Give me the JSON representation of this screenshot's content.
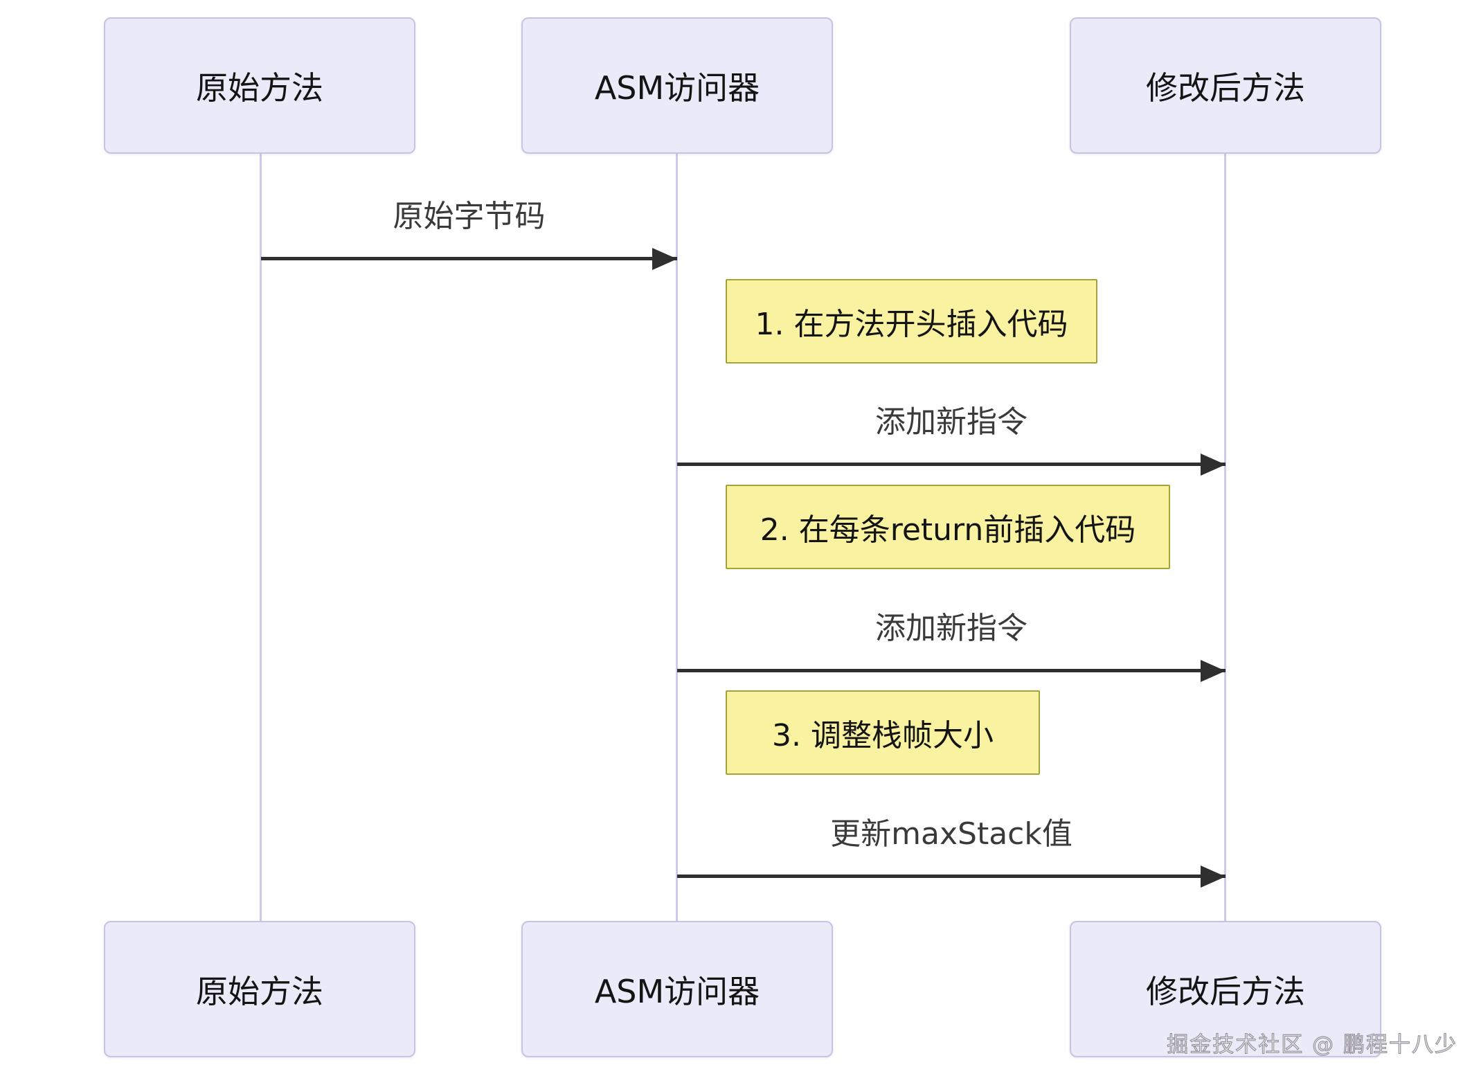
{
  "diagram": {
    "actors": [
      {
        "label": "原始方法"
      },
      {
        "label": "ASM访问器"
      },
      {
        "label": "修改后方法"
      }
    ],
    "messages": [
      {
        "from": "原始方法",
        "to": "ASM访问器",
        "label": "原始字节码"
      },
      {
        "from": "ASM访问器",
        "to": "修改后方法",
        "label": "添加新指令"
      },
      {
        "from": "ASM访问器",
        "to": "修改后方法",
        "label": "添加新指令"
      },
      {
        "from": "ASM访问器",
        "to": "修改后方法",
        "label": "更新maxStack值"
      }
    ],
    "notes": [
      {
        "label": "1. 在方法开头插入代码"
      },
      {
        "label": "2. 在每条return前插入代码"
      },
      {
        "label": "3. 调整栈帧大小"
      }
    ]
  },
  "watermark": "掘金技术社区 @ 鹏程十八少",
  "colors": {
    "actor_fill": "#EBEAF8",
    "actor_border": "#C8C3E3",
    "lifeline": "#CFC9EC",
    "note_fill": "#F9F2A1",
    "note_border": "#A3A337",
    "arrow": "#2F2F2F"
  }
}
